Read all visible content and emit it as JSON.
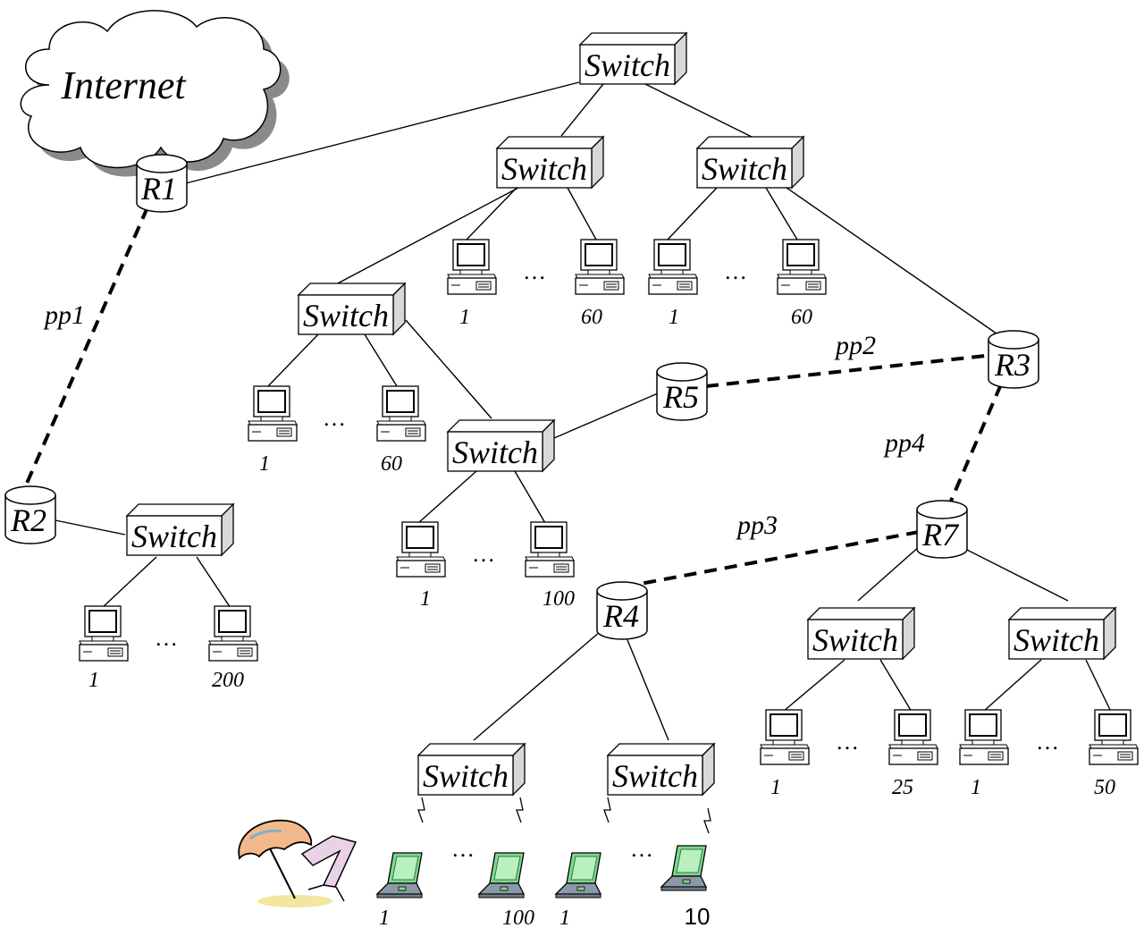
{
  "cloud": {
    "label": "Internet"
  },
  "routers": {
    "R1": "R1",
    "R2": "R2",
    "R3": "R3",
    "R4": "R4",
    "R5": "R5",
    "R7": "R7"
  },
  "switch_label": "Switch",
  "links": {
    "pp1": "pp1",
    "pp2": "pp2",
    "pp3": "pp3",
    "pp4": "pp4"
  },
  "ellipsis": "…",
  "host_groups": {
    "s1_left": {
      "first": "1",
      "last": "60"
    },
    "s1_right": {
      "first": "1",
      "last": "60"
    },
    "s3": {
      "first": "1",
      "last": "60"
    },
    "s4": {
      "first": "1",
      "last": "100"
    },
    "s5": {
      "first": "1",
      "last": "200"
    },
    "s6": {
      "first": "1",
      "last": "25"
    },
    "s7": {
      "first": "1",
      "last": "50"
    },
    "wlan1": {
      "first": "1",
      "last": "100"
    },
    "wlan2": {
      "first": "1"
    }
  },
  "page_number": "10",
  "icons": [
    "cloud-icon",
    "router-icon",
    "switch-icon",
    "desktop-pc-icon",
    "laptop-icon",
    "beach-umbrella-icon",
    "lightning-link-icon"
  ]
}
